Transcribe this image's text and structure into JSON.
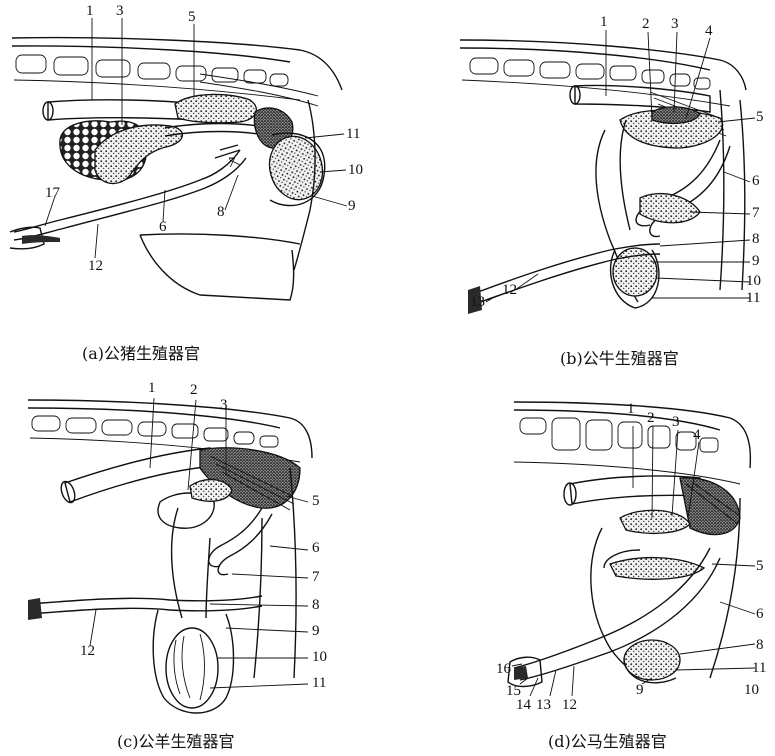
{
  "panels": [
    {
      "id": "a",
      "caption": "(a)公猪生殖器官",
      "labels": [
        "1",
        "3",
        "5",
        "11",
        "7",
        "10",
        "17",
        "8",
        "6",
        "9",
        "12"
      ]
    },
    {
      "id": "b",
      "caption": "(b)公牛生殖器官",
      "labels": [
        "1",
        "2",
        "3",
        "4",
        "5",
        "6",
        "7",
        "8",
        "9",
        "10",
        "11",
        "12",
        "13"
      ]
    },
    {
      "id": "c",
      "caption": "(c)公羊生殖器官",
      "labels": [
        "1",
        "2",
        "3",
        "5",
        "6",
        "7",
        "8",
        "9",
        "10",
        "11",
        "12"
      ]
    },
    {
      "id": "d",
      "caption": "(d)公马生殖器官",
      "labels": [
        "1",
        "2",
        "3",
        "4",
        "5",
        "6",
        "8",
        "11",
        "16",
        "9",
        "15",
        "10",
        "14",
        "13",
        "12"
      ]
    }
  ]
}
